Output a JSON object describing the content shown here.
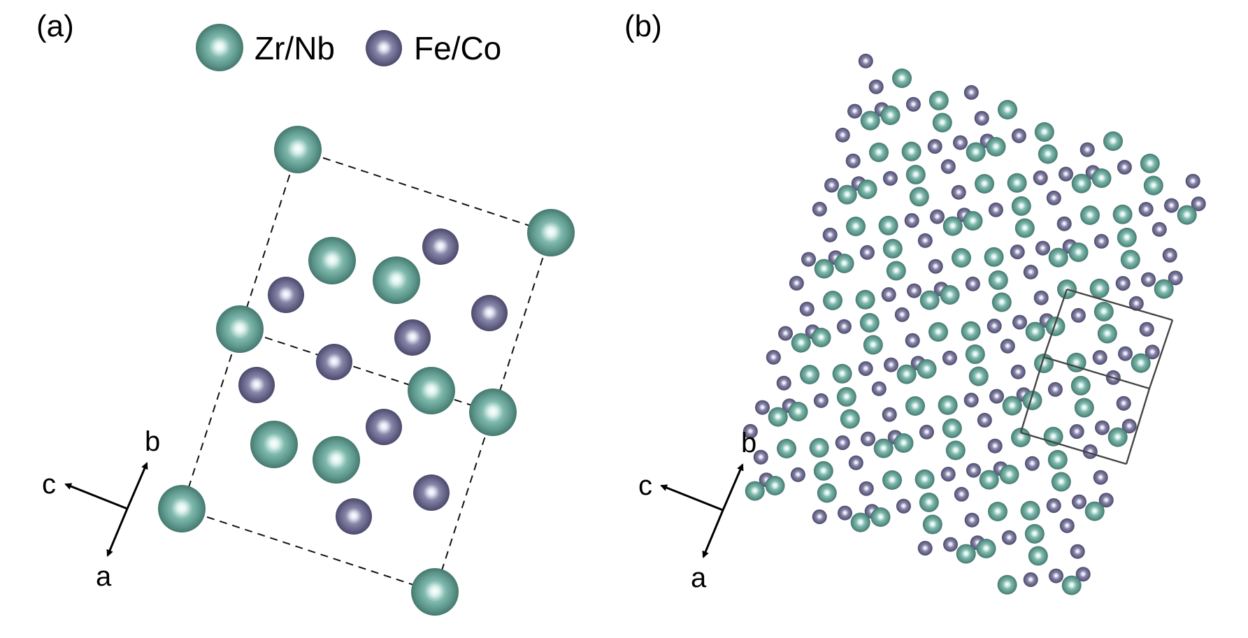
{
  "panels": {
    "a": {
      "label": "(a)"
    },
    "b": {
      "label": "(b)"
    }
  },
  "legend": {
    "items": [
      {
        "label": "Zr/Nb",
        "color": "#5f9e93"
      },
      {
        "label": "Fe/Co",
        "color": "#6c6a8e"
      }
    ]
  },
  "axes_labels": {
    "a": "a",
    "b": "b",
    "c": "c"
  },
  "colors": {
    "zr_nb": "#5f9e93",
    "fe_co": "#6c6a8e"
  }
}
